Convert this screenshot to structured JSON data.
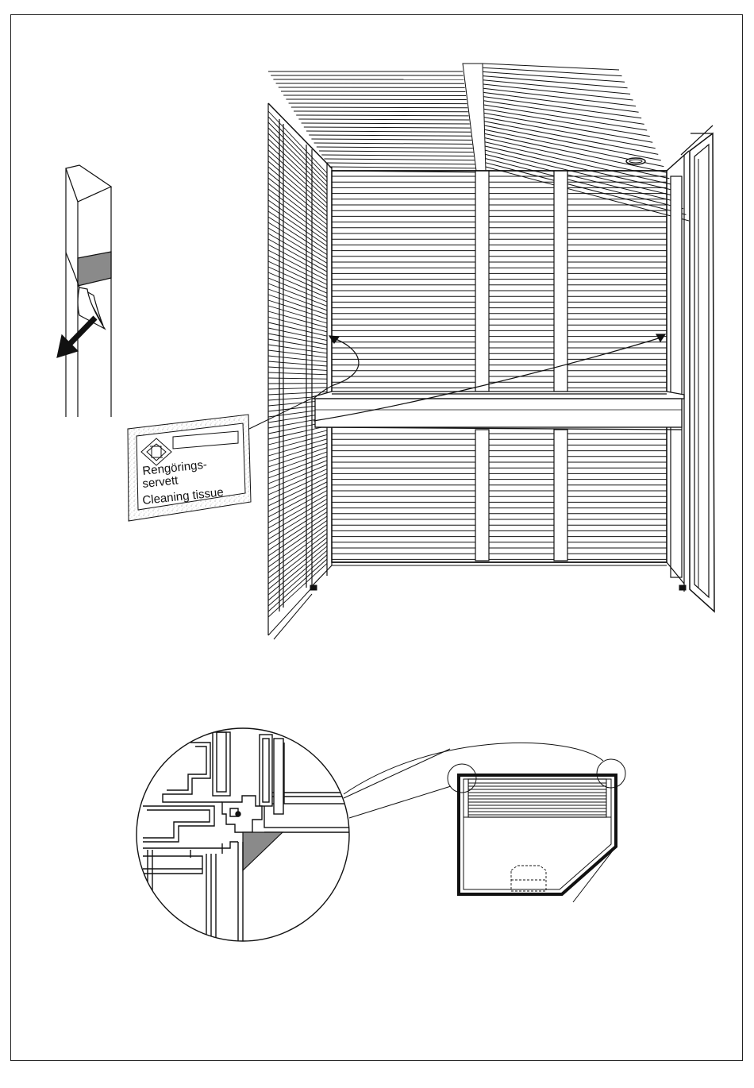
{
  "label_card": {
    "line1": "Rengörings-",
    "line2": "servett",
    "line3": "Cleaning tissue"
  },
  "colors": {
    "ink": "#111111",
    "grey_fill": "#8a8a8a",
    "speckle": "#bbbbbb"
  },
  "icons": {
    "card_logo": "nested-squares-logo",
    "pull_arrow": "arrow-down-left-icon"
  }
}
